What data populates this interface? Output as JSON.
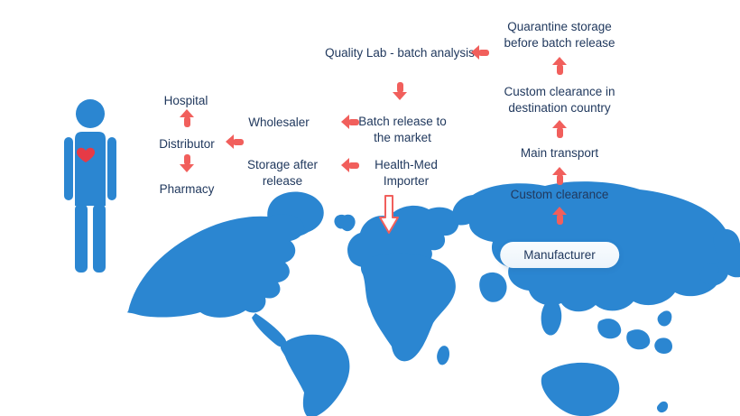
{
  "palette": {
    "map_blue": "#2b86d1",
    "person_blue": "#2b86d1",
    "arrow_red": "#f15f5c",
    "heart_red": "#e63a46",
    "text_navy": "#21395e",
    "manufacturer_pill_bg": "#eef5fb"
  },
  "icons": {
    "person": "person-pictogram",
    "heart": "heart-icon",
    "world_map": "world-map-graphic",
    "flow_arrow_up": "arrow-up-icon",
    "flow_arrow_down": "arrow-down-icon",
    "flow_arrow_left": "arrow-left-icon",
    "import_arrow": "hollow-arrow-down-icon"
  },
  "nodes": {
    "hospital": "Hospital",
    "distributor": "Distributor",
    "pharmacy": "Pharmacy",
    "wholesaler": "Wholesaler",
    "storage_after_release": "Storage after release",
    "quality_lab": "Quality Lab - batch analysis",
    "batch_release": "Batch release to the market",
    "health_med_importer": "Health-Med Importer",
    "quarantine_storage": "Quarantine storage before batch release",
    "custom_clearance_destination": "Custom clearance in destination country",
    "main_transport": "Main transport",
    "custom_clearance": "Custom clearance",
    "manufacturer": "Manufacturer"
  }
}
